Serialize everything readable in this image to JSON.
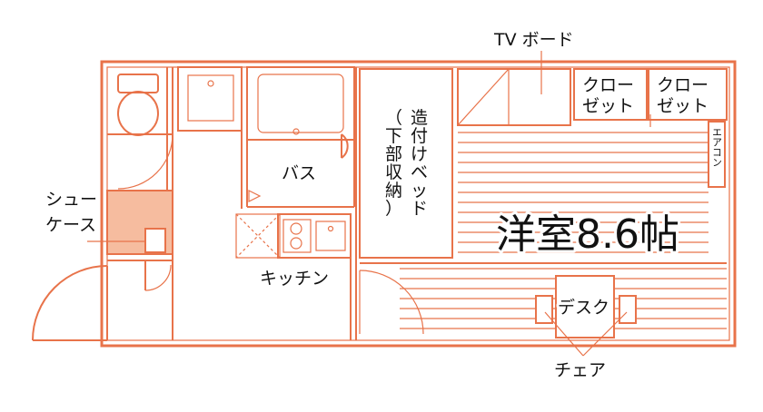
{
  "labels": {
    "tv_board": "TV ボード",
    "closet_1": [
      "クロー",
      "ゼット"
    ],
    "closet_2": [
      "クロー",
      "ゼット"
    ],
    "aircon": "エアコン",
    "bath": "バス",
    "bed": [
      "造",
      "付",
      "け",
      "ベ",
      "ッ",
      "ド",
      "（",
      "下",
      "部",
      "収",
      "納",
      "）"
    ],
    "room": "洋室8.6帖",
    "kitchen": "キッチン",
    "shoe_case": [
      "シュー",
      "ケース"
    ],
    "desk": "デスク",
    "chair": "チェア"
  },
  "colors": {
    "line": "#e8734a",
    "wall_fill": "#f6bc9f",
    "text": "#111111"
  }
}
